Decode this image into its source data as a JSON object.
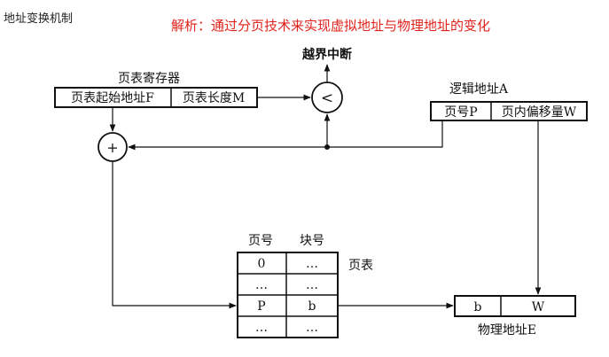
{
  "header": {
    "title": "地址变换机制",
    "subtitle": "解析：通过分页技术来实现虚拟地址与物理地址的变化"
  },
  "diagram": {
    "page_table_register": {
      "label": "页表寄存器",
      "start_field": "页表起始地址F",
      "length_field": "页表长度M"
    },
    "comparator": {
      "symbol": "<",
      "out_label": "越界中断"
    },
    "adder": {
      "symbol": "+"
    },
    "logical_address": {
      "label": "逻辑地址A",
      "page_field": "页号P",
      "offset_field": "页内偏移量W"
    },
    "page_table": {
      "label": "页表",
      "headers": [
        "页号",
        "块号"
      ],
      "rows": [
        [
          "0",
          "…"
        ],
        [
          "…",
          "…"
        ],
        [
          "P",
          "b"
        ],
        [
          "…",
          "…"
        ]
      ]
    },
    "physical_address": {
      "label": "物理地址E",
      "block_field": "b",
      "offset_field": "W"
    }
  }
}
